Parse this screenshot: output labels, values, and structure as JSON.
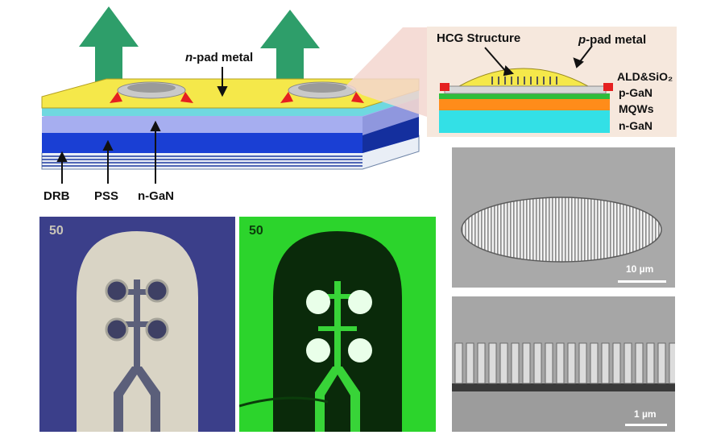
{
  "diagram": {
    "n_pad": {
      "italic": "n",
      "rest": "-pad metal"
    },
    "bottom_labels": [
      "DRB",
      "PSS",
      "n-GaN"
    ]
  },
  "inset": {
    "hcg": "HCG Structure",
    "p_pad": {
      "italic": "p",
      "rest": "-pad metal"
    },
    "layers": [
      "ALD&SiO₂",
      "p-GaN",
      "MQWs",
      "n-GaN"
    ]
  },
  "micrographs": {
    "optical_mark": "50",
    "emission_mark": "50"
  },
  "sem": {
    "top_scale": "10 µm",
    "bottom_scale": "1 µm"
  },
  "colors": {
    "n_pad_yellow": "#f5e84a",
    "dbr_blue": "#1a3fd4",
    "arrow_green": "#2e9e6a",
    "emission_green": "#2cd42c",
    "sem_gray": "#a9a9a9"
  }
}
